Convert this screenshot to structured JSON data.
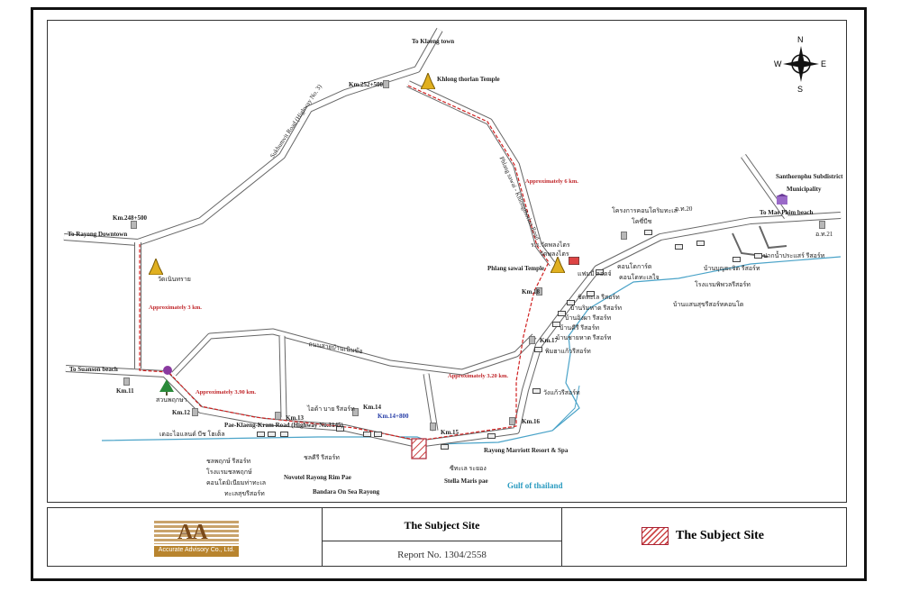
{
  "map": {
    "colors": {
      "road": "#555555",
      "route": "#d02020",
      "water": "#4aa3c8",
      "site_hatch": "#c44444"
    },
    "compass": {
      "n": "N",
      "s": "S",
      "e": "E",
      "w": "W"
    },
    "directions": {
      "klaeng": "To Klaeng town",
      "rayong": "To Rayong Downtown",
      "suanson": "To Suanson beach",
      "maephim": "To Mae Phim beach"
    },
    "roads": {
      "sukhumvit": "Sukhumvit Road (Highway No. 3)",
      "phlangsawai": "Phlang sawai - Khlongthorlan Road",
      "pae_klaeng": "Pae-Klaeng-Kram Road (Highway No.3145)",
      "thai_local": "ถนนสายบ้านเนินฆ้อ"
    },
    "distances": {
      "d6": "Approximately 6 km.",
      "d3": "Approximately 3 km.",
      "d390": "Approximately 3.90 km.",
      "d320": "Approximately 3.20 km."
    },
    "km": {
      "k252": "Km.252+500",
      "k248": "Km.248+500",
      "k18": "Km.18",
      "k17": "Km.17",
      "k16": "Km.16",
      "k15": "Km.15",
      "k14": "Km.14",
      "k14_800": "Km.14+800",
      "k13": "Km.13",
      "k12": "Km.12",
      "k11": "Km.11",
      "ot20": "อ.ท.20",
      "ot21": "อ.ท.21"
    },
    "places": {
      "khlong_temple": "Khlong thorlan Temple",
      "phlang_temple": "Phlang sawai Temple",
      "wat_en": "วัดเนินทราย",
      "santhon": "Santhornphu Subdistrict",
      "municipality": "Municipality",
      "school": "ร.ร.วัดพลงไตร",
      "wat_thai": "วัดพลงไตร",
      "marriott": "Rayong Marriott Resort & Spa",
      "novotel": "Novotel Rayong Rim Pae",
      "bandara": "Bandara On Sea Rayong",
      "stella": "Stella Maris pae",
      "gulf": "Gulf of thailand",
      "hosp": "สวนพฤกษา",
      "th1": "โครงการคอนโดริมทะเล",
      "th2": "โคซี่บีช",
      "th3": "คอนโดการ์ด",
      "th4": "แฟมมี่ ลอดจ์",
      "th5": "คอนโดทะเลใจ",
      "th6": "ชิดทะเล รีสอร์ท",
      "th7": "บ้านริมหาด รีสอร์ท",
      "th8": "บ้านอิงผา รีสอร์ท",
      "th9": "บ้านคีรี รีสอร์ท",
      "th10": "บ้านชายหาด รีสอร์ท",
      "th11": "พิมฮาแก้วรีสอร์ท",
      "th12": "วังแก้วรีสอร์ท",
      "th13": "บ้านบุญยะจิต รีสอร์ท",
      "th14": "โรงแรมพิพวลรีสอร์ท",
      "th15": "บ้านแสนสุขรีสอร์ทคอนโด",
      "th16": "ปากน้ำประแสร์ รีสอร์ท",
      "th17": "ไอด้า บาย รีสอร์ท",
      "th18": "เดอะไอแลนด์ บีช โฮเต็ล",
      "th19": "ชลพฤกษ์ รีสอร์ท",
      "th20": "โรงแรมชลพฤกษ์",
      "th21": "คอนโดมิเนียมท่าทะเล",
      "th22": "ทะเลสุขรีสอร์ท",
      "th23": "ชลคีรี รีสอร์ท",
      "th24": "ซีทะเล ระยอง"
    }
  },
  "footer": {
    "logo_mark": "AA",
    "logo_text": "Accurate Advisory Co., Ltd.",
    "site_title": "The Subject Site",
    "report_no": "Report No. 1304/2558",
    "legend_label": "The Subject Site"
  }
}
